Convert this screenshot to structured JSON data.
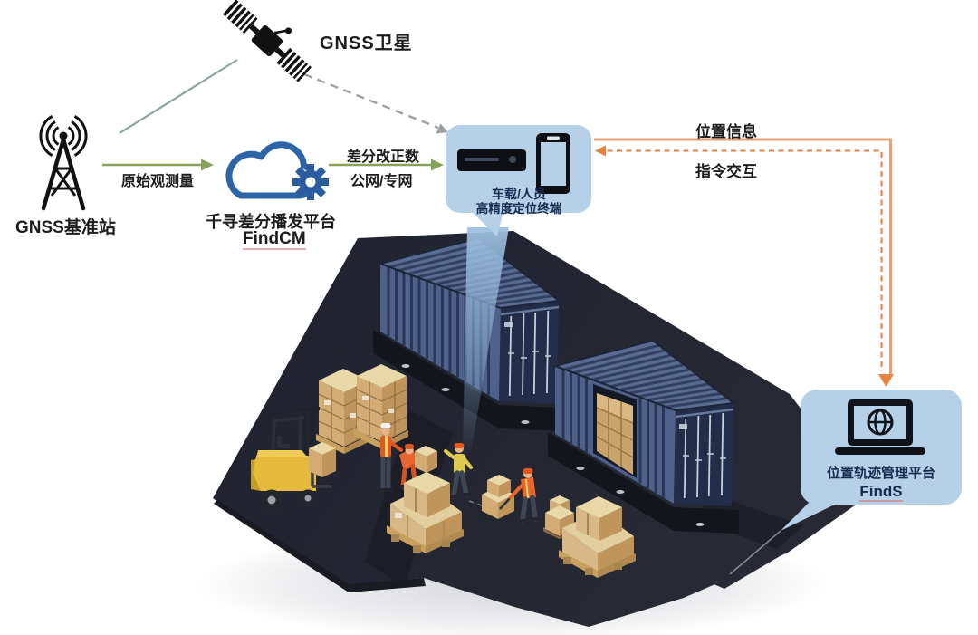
{
  "labels": {
    "satellite": "GNSS卫星",
    "base_station": "GNSS基准站",
    "raw_observation": "原始观测量",
    "cloud_platform_name": "千寻差分播发平台",
    "cloud_platform_product": "FindCM",
    "correction_line1": "差分改正数",
    "correction_line2": "公网/专网",
    "terminal_line1": "车载/人员",
    "terminal_line2": "高精度定位终端",
    "position_info": "位置信息",
    "command_interaction": "指令交互",
    "management_platform_name": "位置轨迹管理平台",
    "management_platform_product": "FindS"
  },
  "icons": [
    "gnss-satellite-icon",
    "antenna-tower-icon",
    "cloud-icon",
    "gear-icon",
    "media-player-icon",
    "smartphone-icon",
    "laptop-icon",
    "globe-icon"
  ],
  "colors": {
    "bubble_fill": "#b5d0e7",
    "cloud_blue": "#2d64a8",
    "arrow_green": "#86a25b",
    "arrow_orange": "#e08345",
    "arrow_orange_light": "#e5a077",
    "link_teal": "#8ba4a4",
    "link_gray": "#98a1a8",
    "beam_blue": "#8fb4d8",
    "platform_dark": "#23252e",
    "container_navy": "#4f608a",
    "box_tan": "#d8b886",
    "forklift_yellow": "#e6ba3c",
    "worker_orange": "#e2571f",
    "text_dark": "#1c1c1c",
    "bubble_text": "#16294e"
  }
}
